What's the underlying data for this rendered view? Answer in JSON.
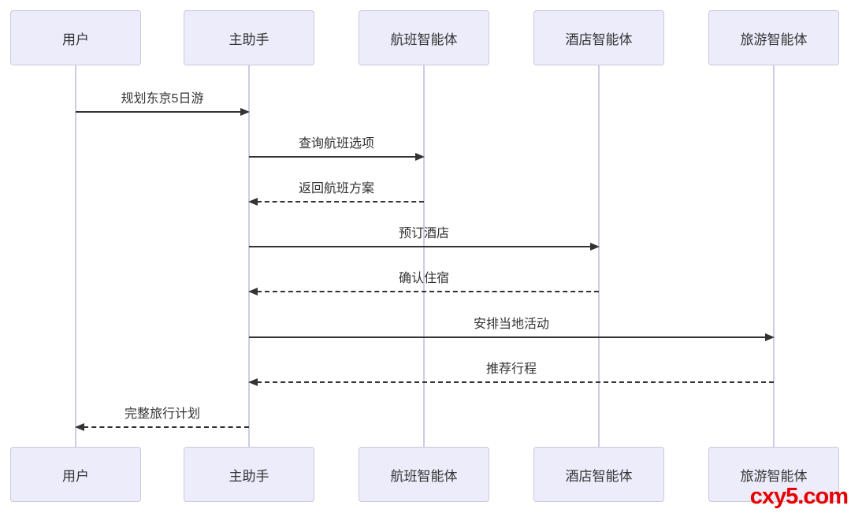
{
  "diagram": {
    "type": "sequence",
    "actors": [
      {
        "id": "user",
        "label": "用户"
      },
      {
        "id": "main-assistant",
        "label": "主助手"
      },
      {
        "id": "flight-agent",
        "label": "航班智能体"
      },
      {
        "id": "hotel-agent",
        "label": "酒店智能体"
      },
      {
        "id": "travel-agent",
        "label": "旅游智能体"
      }
    ],
    "messages": [
      {
        "from": "用户",
        "to": "主助手",
        "label": "规划东京5日游",
        "style": "solid"
      },
      {
        "from": "主助手",
        "to": "航班智能体",
        "label": "查询航班选项",
        "style": "solid"
      },
      {
        "from": "航班智能体",
        "to": "主助手",
        "label": "返回航班方案",
        "style": "dashed"
      },
      {
        "from": "主助手",
        "to": "酒店智能体",
        "label": "预订酒店",
        "style": "solid"
      },
      {
        "from": "酒店智能体",
        "to": "主助手",
        "label": "确认住宿",
        "style": "dashed"
      },
      {
        "from": "主助手",
        "to": "旅游智能体",
        "label": "安排当地活动",
        "style": "solid"
      },
      {
        "from": "旅游智能体",
        "to": "主助手",
        "label": "推荐行程",
        "style": "dashed"
      },
      {
        "from": "主助手",
        "to": "用户",
        "label": "完整旅行计划",
        "style": "dashed"
      }
    ],
    "colors": {
      "actor_fill": "#ECECFB",
      "actor_border": "#C9C9DC",
      "lifeline": "#CCCCE6",
      "message": "#333333",
      "text": "#333333",
      "watermark": "#E80000"
    }
  },
  "watermark": {
    "text": "cxy5.com"
  }
}
